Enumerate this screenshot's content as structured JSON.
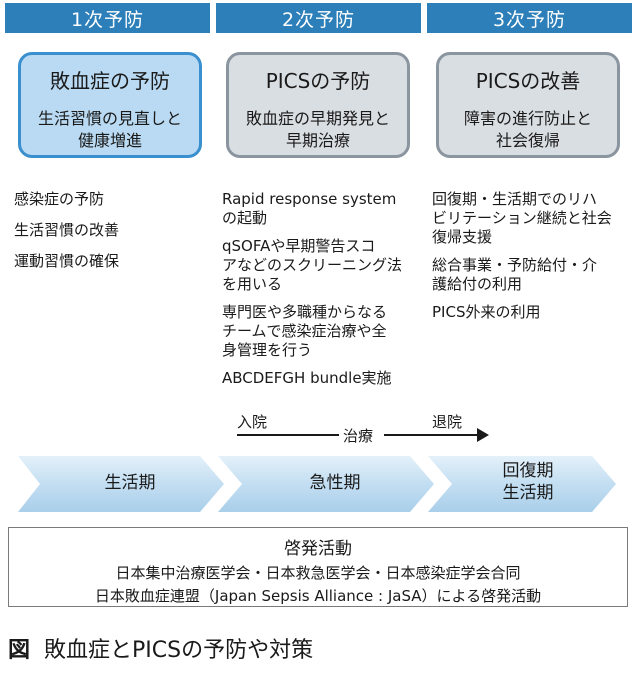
{
  "headers": [
    "1次予防",
    "2次予防",
    "3次予防"
  ],
  "boxes": [
    {
      "title": "敗血症の予防",
      "sub": "生活習慣の見直しと\n健康増進"
    },
    {
      "title": "PICSの予防",
      "sub": "敗血症の早期発見と\n早期治療"
    },
    {
      "title": "PICSの改善",
      "sub": "障害の進行防止と\n社会復帰"
    }
  ],
  "col1": [
    "感染症の予防",
    "生活習慣の改善",
    "運動習慣の確保"
  ],
  "col2": [
    "Rapid response system\nの起動",
    "qSOFAや早期警告スコ\nアなどのスクリーニング法\nを用いる",
    "専門医や多職種からなる\nチームで感染症治療や全\n身管理を行う",
    "ABCDEFGH bundle実施"
  ],
  "col3": [
    "回復期・生活期でのリハ\nビリテーション継続と社会\n復帰支援",
    "総合事業・予防給付・介\n護給付の利用",
    "PICS外来の利用"
  ],
  "timeline": {
    "admit": "入院",
    "treat": "治療",
    "discharge": "退院"
  },
  "chevrons": [
    "生活期",
    "急性期",
    "回復期\n生活期"
  ],
  "awareness": {
    "title": "啓発活動",
    "line1": "日本集中治療医学会・日本救急医学会・日本感染症学会合同",
    "line2": "日本敗血症連盟（Japan Sepsis Alliance : JaSA）による啓発活動"
  },
  "caption": {
    "fig": "図",
    "text": "敗血症とPICSの予防や対策"
  },
  "colors": {
    "header": "#2c7fb8",
    "box_blue": "#b9daf2",
    "box_gray": "#d9dee3",
    "chevron": "#cfe6f6"
  }
}
